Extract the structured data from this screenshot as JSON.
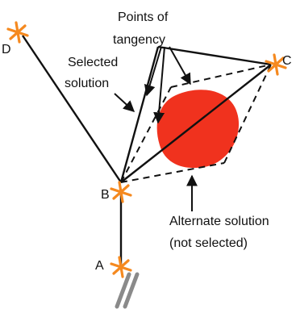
{
  "labels": {
    "points_of_tangency": [
      "Points of",
      "tangency"
    ],
    "selected_solution": [
      "Selected",
      "solution"
    ],
    "alternate_solution": [
      "Alternate solution",
      "(not selected)"
    ]
  },
  "nodes": {
    "A": "A",
    "B": "B",
    "C": "C",
    "D": "D"
  },
  "colors": {
    "line": "#111111",
    "marker": "#f5891f",
    "obstacle": "#f0321e",
    "road": "#8a8a8a"
  },
  "icons": [
    "airplane-icon",
    "arrow-icon",
    "obstacle-blob"
  ]
}
